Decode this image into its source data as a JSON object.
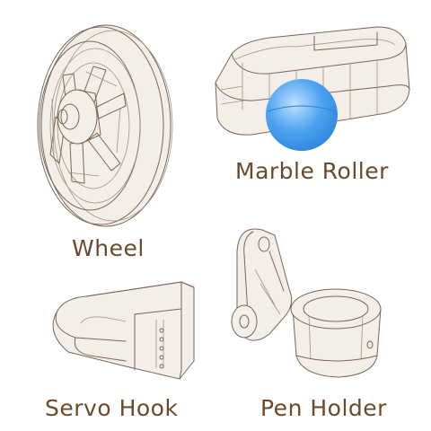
{
  "parts": [
    {
      "id": "wheel",
      "label": "Wheel"
    },
    {
      "id": "marble_roller",
      "label": "Marble Roller"
    },
    {
      "id": "servo_hook",
      "label": "Servo Hook"
    },
    {
      "id": "pen_holder",
      "label": "Pen Holder"
    }
  ],
  "colors": {
    "line": "#7a6655",
    "label": "#6b4a2b",
    "marble": "#4da3f0",
    "background": "#ffffff"
  }
}
